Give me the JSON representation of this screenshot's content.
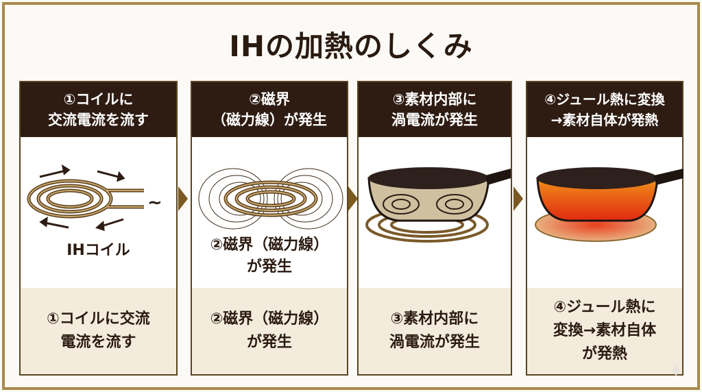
{
  "title": "IHの加熱のしくみ",
  "panels": [
    {
      "header": [
        "①コイルに",
        "交流電流を流す"
      ],
      "caption": [
        "IHコイル"
      ],
      "ac_symbol": "~",
      "footer": [
        "①コイルに交流",
        "電流を流す"
      ]
    },
    {
      "header": [
        "②磁界",
        "（磁力線）が発生"
      ],
      "caption": [
        "②磁界（磁力線）",
        "が発生"
      ],
      "footer": [
        "②磁界（磁力線）",
        "が発生"
      ]
    },
    {
      "header": [
        "③素材内部に",
        "渦電流が発生"
      ],
      "footer": [
        "③素材内部に",
        "渦電流が発生"
      ]
    },
    {
      "header": [
        "④ジュール熱に変換",
        "→素材自体が発熱"
      ],
      "footer": [
        "④ジュール熱に",
        "変換→素材自体",
        "が発熱"
      ]
    }
  ],
  "colors": {
    "dark": "#2e1c12",
    "gold": "#a88a4a",
    "coil": "#8a6a34",
    "beige": "#f3ecdc",
    "hot": "#e8501a"
  }
}
